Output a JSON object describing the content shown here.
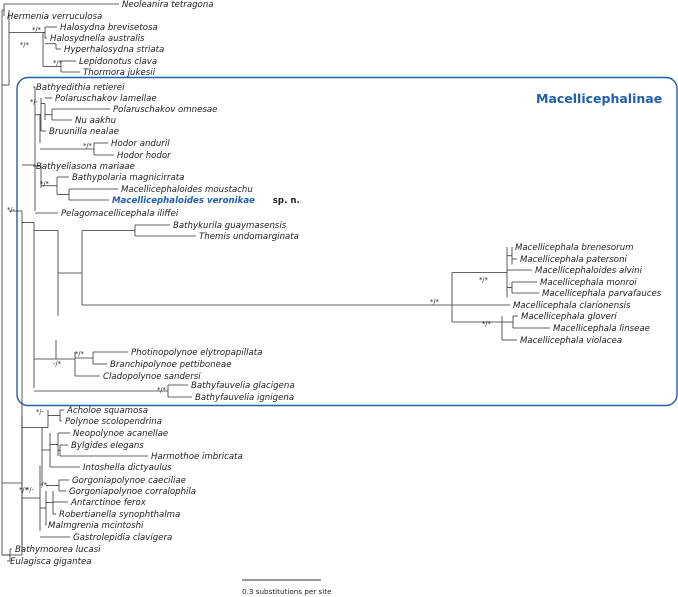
{
  "colors": {
    "highlight": "#1f5fae",
    "branch": "#333333",
    "box": "#1f5fae"
  },
  "clade": {
    "label": "Macellicephalinae"
  },
  "highlight_suffix": "sp. n.",
  "scale": {
    "label": "0.3 substitutions per site"
  },
  "taxa": [
    "Neoleanira tetragona",
    "Hermenia verruculosa",
    "Halosydna brevisetosa",
    "Halosydnella australis",
    "Hyperhalosydna striata",
    "Lepidonotus clava",
    "Thormora jukesii",
    "Bathyedithia retierei",
    "Polaruschakov lamellae",
    "Polaruschakov omnesae",
    "Nu aakhu",
    "Bruunilla nealae",
    "Hodor anduril",
    "Hodor hodor",
    "Bathyeliasona mariaae",
    "Bathypolaria magnicirrata",
    "Macellicephaloides moustachu",
    "Macellicephaloides veronikae",
    "Pelagomacellicephala iliffei",
    "Bathykurila guaymasensis",
    "Themis undomarginata",
    "Macellicephala brenesorum",
    "Macellicephala patersoni",
    "Macellicephaloides alvini",
    "Macellicephala monroi",
    "Macellicephala parvafauces",
    "Macellicephala clarionensis",
    "Macellicephala gloveri",
    "Macellicephala linseae",
    "Macellicephala violacea",
    "Photinopolynoe elytropapillata",
    "Branchipolynoe pettiboneae",
    "Cladopolynoe sandersi",
    "Bathyfauvelia glacigena",
    "Bathyfauvelia ignigena",
    "Acholoe squamosa",
    "Polynoe scolopendrina",
    "Neopolynoe acanellae",
    "Bylgides elegans",
    "Harmothoe imbricata",
    "Intoshella dictyaulus",
    "Gorgoniapolynoe caeciliae",
    "Gorgoniapolynoe corralophila",
    "Antarctinoe ferox",
    "Robertianella synophthalma",
    "Malmgrenia mcintoshi",
    "Gastrolepidia clavigera",
    "Bathymoorea lucasi",
    "Eulagisca gigantea"
  ],
  "supports": [
    "*/*",
    "*/*",
    "*/-",
    "*/*",
    "*/*",
    "*/*",
    "*/-",
    "*/*",
    "*/*",
    "*/*",
    "-/*",
    "*/*",
    "*/*",
    "*/-",
    "-/*",
    "*/-",
    "*/*"
  ]
}
